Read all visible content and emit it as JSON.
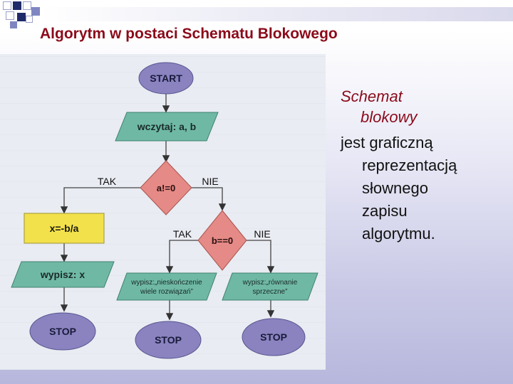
{
  "slide": {
    "title": "Algorytm w postaci Schematu Blokowego"
  },
  "side_text": {
    "heading_line1": "Schemat",
    "heading_line2": "blokowy",
    "body_lines": [
      "jest graficzną",
      "reprezentacją",
      "słownego",
      "zapisu",
      "algorytmu."
    ]
  },
  "flowchart": {
    "start": "START",
    "input": "wczytaj: a, b",
    "decision1": "a!=0",
    "decision1_yes": "TAK",
    "decision1_no": "NIE",
    "assign": "x=-b/a",
    "decision2": "b==0",
    "decision2_yes": "TAK",
    "decision2_no": "NIE",
    "output_x": "wypisz: x",
    "output_inf_line1": "wypisz:„nieskończenie",
    "output_inf_line2": "wiele rozwiązań”",
    "output_contra_line1": "wypisz:„równanie",
    "output_contra_line2": "sprzeczne”",
    "stop1": "STOP",
    "stop2": "STOP",
    "stop3": "STOP"
  },
  "colors": {
    "title": "#8b0a1a",
    "terminal": "#8a83c0",
    "io": "#6fb9a4",
    "decision": "#e58a86",
    "process": "#f2e14b"
  }
}
